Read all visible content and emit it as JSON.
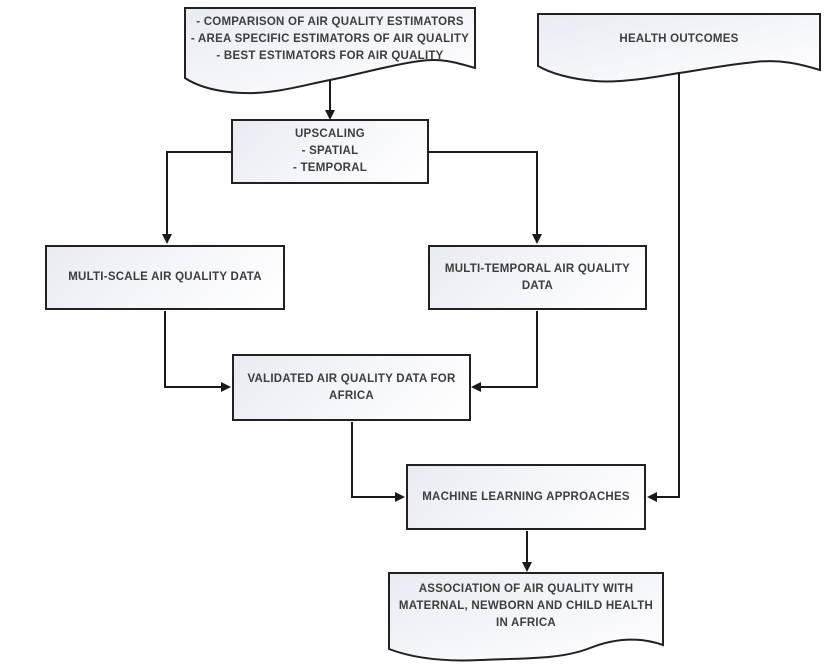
{
  "colors": {
    "background": "#ffffff",
    "node_border": "#212121",
    "node_fill_top": "#e9ebf2",
    "node_fill_bottom": "#ffffff",
    "text": "#3d3d3d",
    "connector": "#1a1a1a"
  },
  "nodes": {
    "estimators_doc": {
      "shape": "document",
      "lines": [
        "- COMPARISON OF AIR QUALITY ESTIMATORS",
        "- AREA SPECIFIC ESTIMATORS OF AIR QUALITY",
        "- BEST ESTIMATORS FOR AIR QUALITY"
      ]
    },
    "health_outcomes_doc": {
      "shape": "document",
      "lines": [
        "HEALTH OUTCOMES"
      ]
    },
    "upscaling_box": {
      "shape": "process",
      "lines": [
        "UPSCALING",
        "- SPATIAL",
        "- TEMPORAL"
      ]
    },
    "multi_scale_box": {
      "shape": "process",
      "lines": [
        "MULTI-SCALE AIR QUALITY DATA"
      ]
    },
    "multi_temporal_box": {
      "shape": "process",
      "lines": [
        "MULTI-TEMPORAL AIR QUALITY",
        "DATA"
      ]
    },
    "validated_box": {
      "shape": "process",
      "lines": [
        "VALIDATED AIR QUALITY DATA FOR",
        "AFRICA"
      ]
    },
    "ml_box": {
      "shape": "process",
      "lines": [
        "MACHINE LEARNING APPROACHES"
      ]
    },
    "association_doc": {
      "shape": "document",
      "lines": [
        "ASSOCIATION OF AIR QUALITY WITH",
        "MATERNAL, NEWBORN AND CHILD HEALTH",
        "IN AFRICA"
      ]
    }
  },
  "edges": [
    {
      "from": "estimators-doc",
      "to": "upscaling-box"
    },
    {
      "from": "upscaling-box",
      "to": "multi-scale-box"
    },
    {
      "from": "upscaling-box",
      "to": "multi-temporal-box"
    },
    {
      "from": "multi-scale-box",
      "to": "validated-box"
    },
    {
      "from": "multi-temporal-box",
      "to": "validated-box"
    },
    {
      "from": "validated-box",
      "to": "ml-box"
    },
    {
      "from": "health-outcomes-doc",
      "to": "ml-box"
    },
    {
      "from": "ml-box",
      "to": "association-doc"
    }
  ]
}
